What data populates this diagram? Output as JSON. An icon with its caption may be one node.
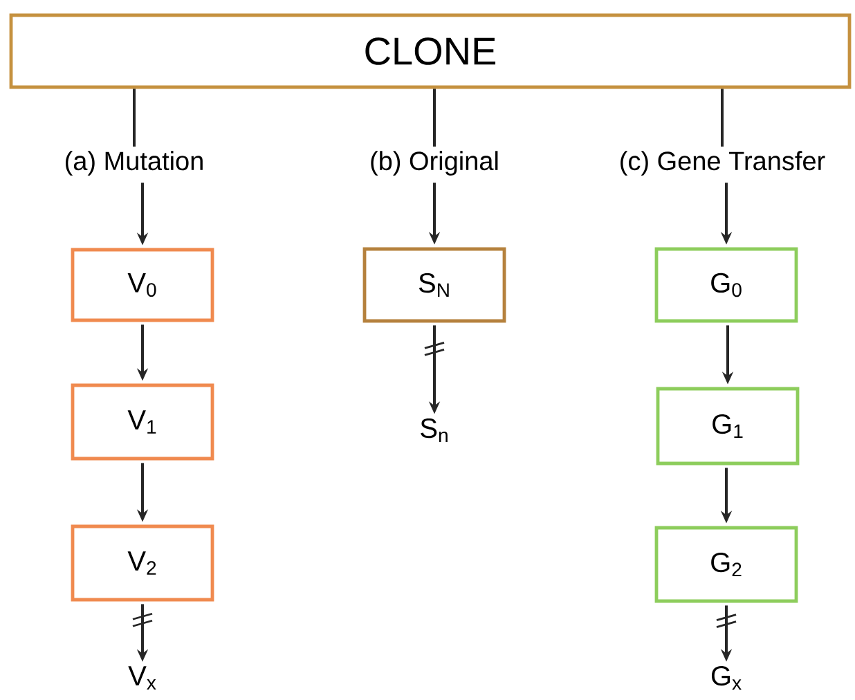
{
  "diagram": {
    "nodes": [
      {
        "text": [
          "CLONE"
        ]
      },
      {
        "text": [
          "(a) Mutation"
        ]
      },
      {
        "text": [
          "(b) Original"
        ]
      },
      {
        "text": [
          "(c) Gene Transfer"
        ]
      },
      {
        "text": [
          "V$_{0}$"
        ]
      },
      {
        "text": [
          "V$_{1}$"
        ]
      },
      {
        "text": [
          "V$_{2}$"
        ]
      },
      {
        "text": [
          "V$_{x}$"
        ]
      },
      {
        "text": [
          "S$_{N}$"
        ]
      },
      {
        "text": [
          "S$_{n}$"
        ]
      },
      {
        "text": [
          "G$_{0}$"
        ]
      },
      {
        "text": [
          "G$_{1}$"
        ]
      },
      {
        "text": [
          "G$_{2}$"
        ]
      },
      {
        "text": [
          "G$_{x}$"
        ]
      }
    ],
    "edges": [
      {
        "from": 0,
        "to": 1,
        "arrow": "none"
      },
      {
        "from": 0,
        "to": 2,
        "arrow": "none"
      },
      {
        "from": 0,
        "to": 3,
        "arrow": "none"
      },
      {
        "from": 1,
        "to": 4,
        "arrow": "to"
      },
      {
        "from": 4,
        "to": 5,
        "arrow": "to"
      },
      {
        "from": 5,
        "to": 6,
        "arrow": "to"
      },
      {
        "from": 6,
        "to": 7,
        "arrow": "to"
      },
      {
        "from": 2,
        "to": 8,
        "arrow": "to"
      },
      {
        "from": 8,
        "to": 9,
        "arrow": "to"
      },
      {
        "from": 3,
        "to": 10,
        "arrow": "to"
      },
      {
        "from": 10,
        "to": 11,
        "arrow": "to"
      },
      {
        "from": 11,
        "to": 12,
        "arrow": "to"
      },
      {
        "from": 12,
        "to": 13,
        "arrow": "to"
      }
    ]
  }
}
